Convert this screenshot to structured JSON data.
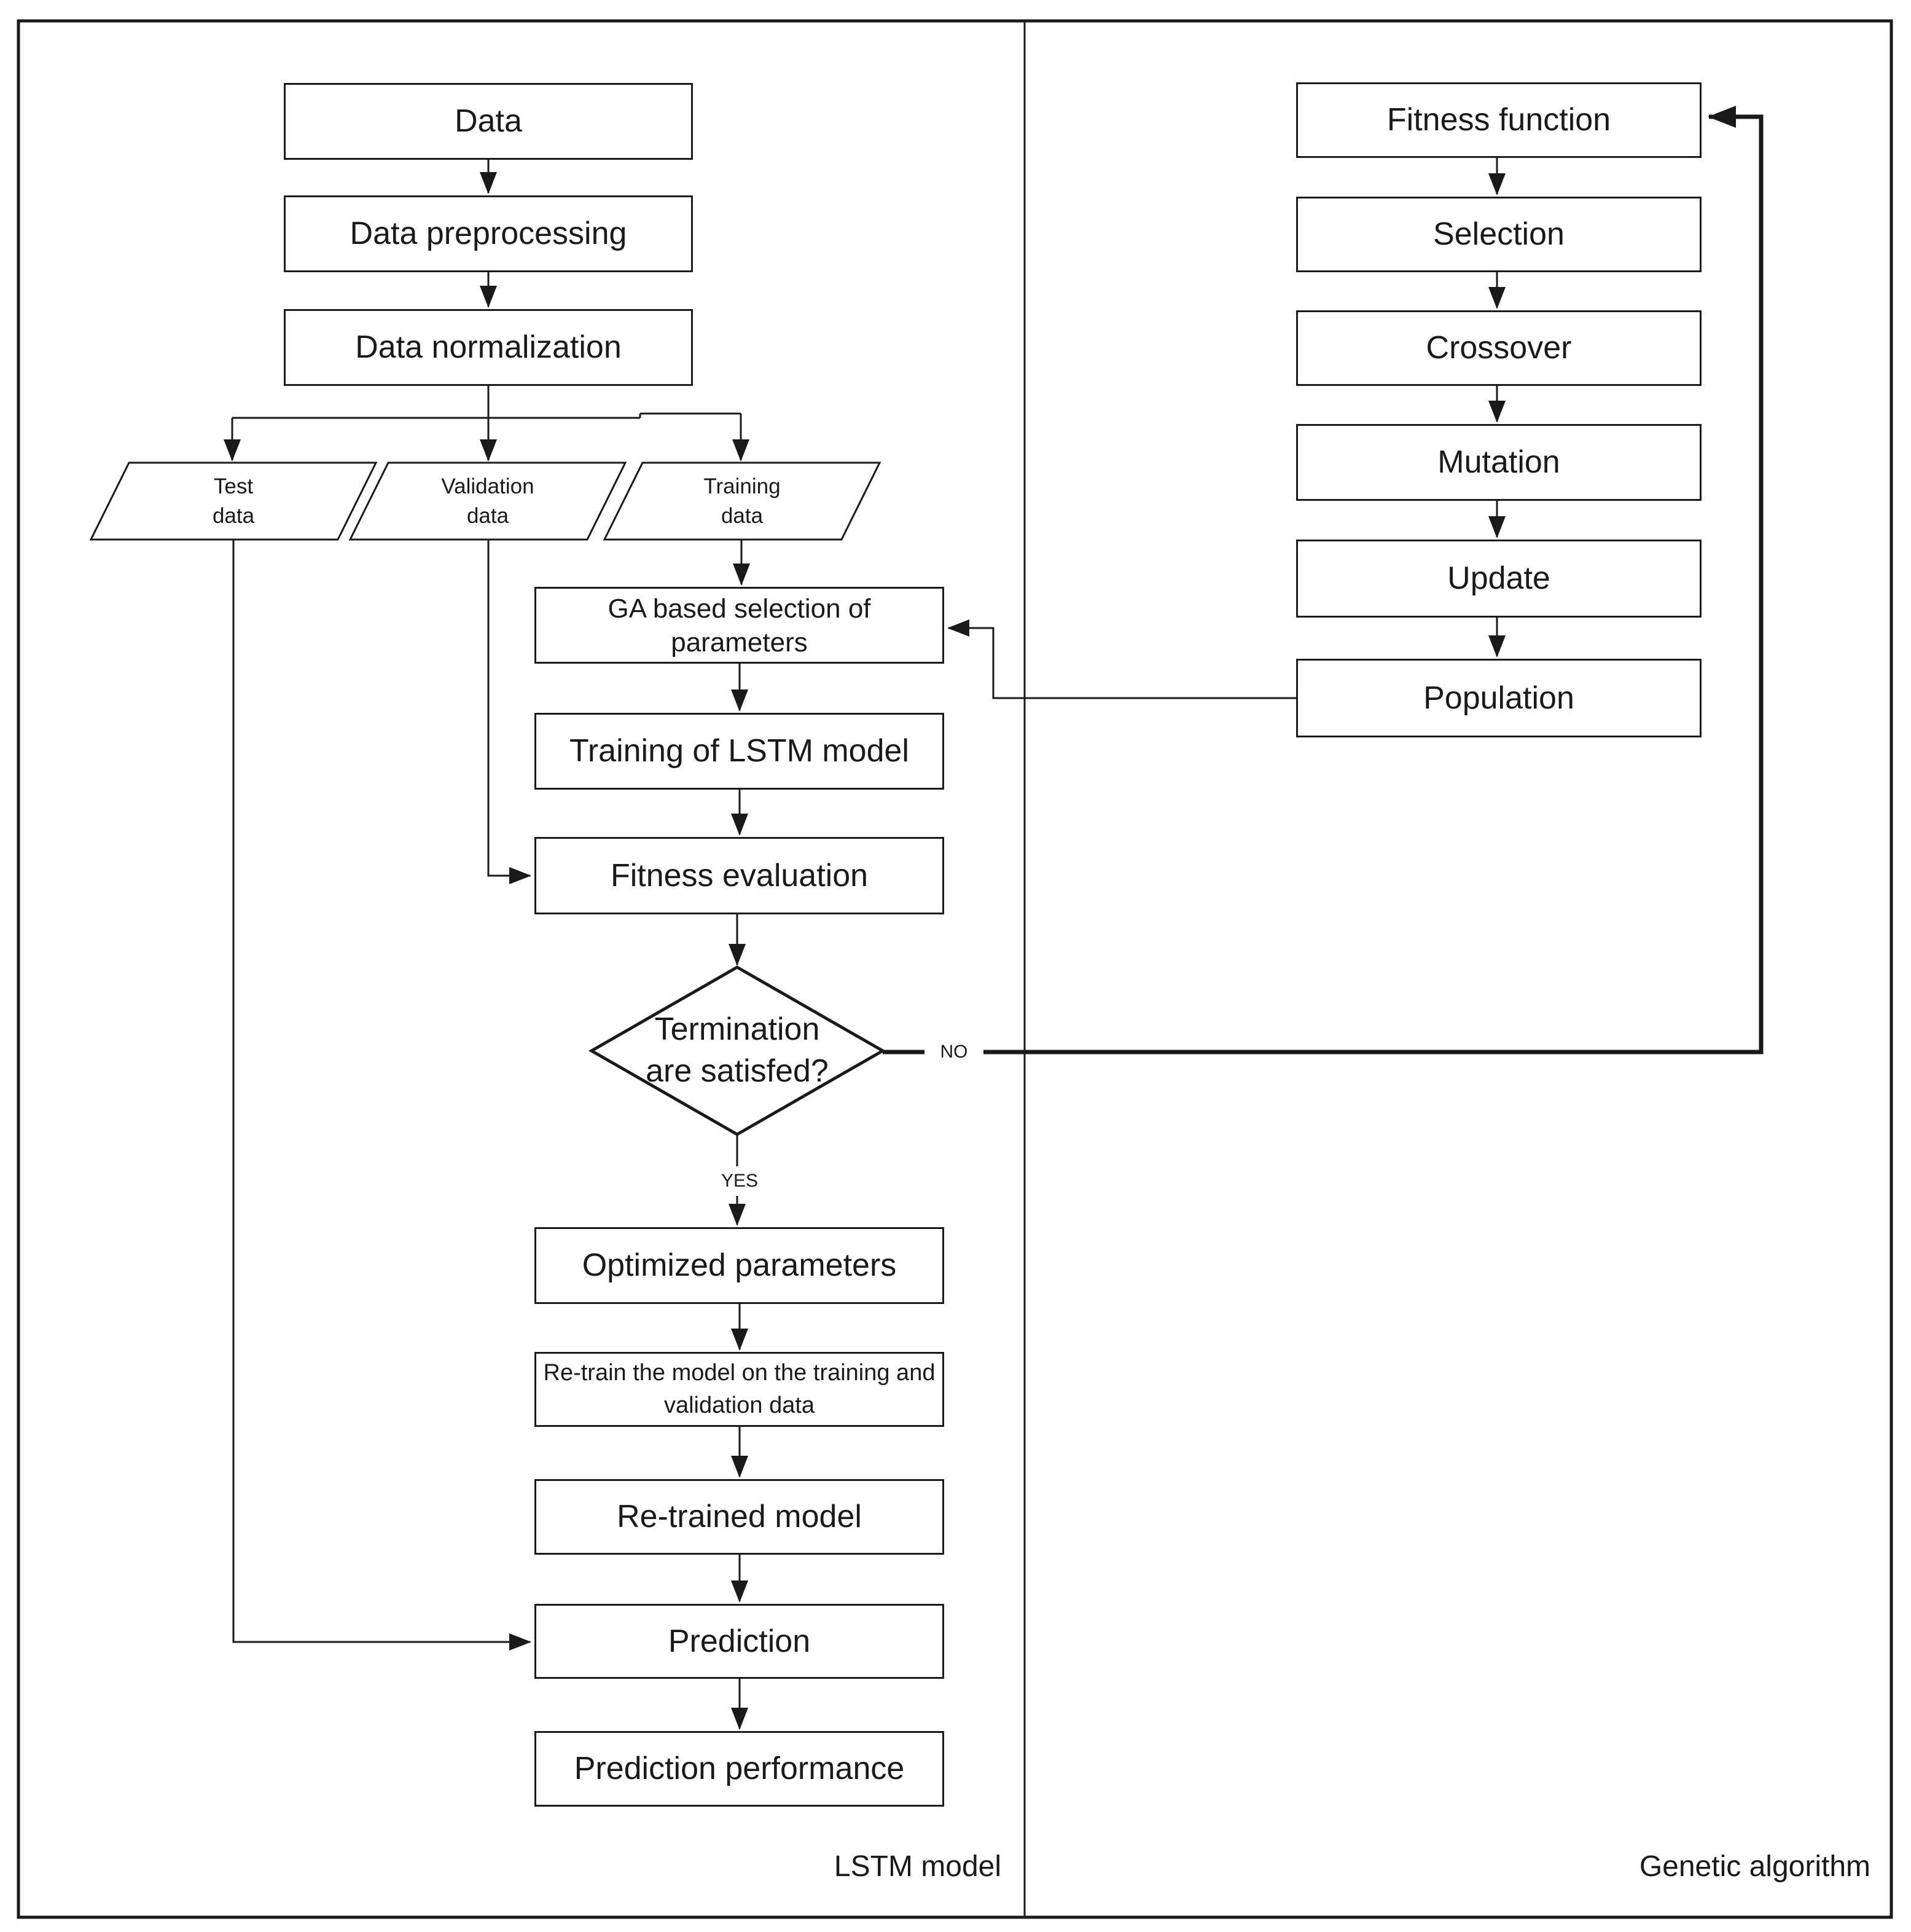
{
  "panels": {
    "left_label": "LSTM model",
    "right_label": "Genetic algorithm"
  },
  "decision_labels": {
    "yes": "YES",
    "no": "NO"
  },
  "colors": {
    "line": "#1a1a1a",
    "background": "#ffffff"
  },
  "nodes": {
    "data": {
      "label": "Data"
    },
    "preprocessing": {
      "label": "Data preprocessing"
    },
    "normalization": {
      "label": "Data normalization"
    },
    "test_data": {
      "lines": [
        "Test",
        "data"
      ]
    },
    "validation_data": {
      "lines": [
        "Validation",
        "data"
      ]
    },
    "training_data": {
      "lines": [
        "Training",
        "data"
      ]
    },
    "ga_selection": {
      "lines": [
        "GA based selection of",
        "parameters"
      ]
    },
    "training_lstm": {
      "label": "Training of LSTM model"
    },
    "fitness_evaluation": {
      "label": "Fitness evaluation"
    },
    "termination": {
      "lines": [
        "Termination",
        "are satisfed?"
      ]
    },
    "optimized_parameters": {
      "label": "Optimized parameters"
    },
    "retrain": {
      "lines": [
        "Re-train the model on the training and",
        "validation data"
      ]
    },
    "retrained_model": {
      "label": "Re-trained model"
    },
    "prediction": {
      "label": "Prediction"
    },
    "prediction_performance": {
      "label": "Prediction performance"
    },
    "fitness_function": {
      "label": "Fitness function"
    },
    "selection": {
      "label": "Selection"
    },
    "crossover": {
      "label": "Crossover"
    },
    "mutation": {
      "label": "Mutation"
    },
    "update": {
      "label": "Update"
    },
    "population": {
      "label": "Population"
    }
  }
}
